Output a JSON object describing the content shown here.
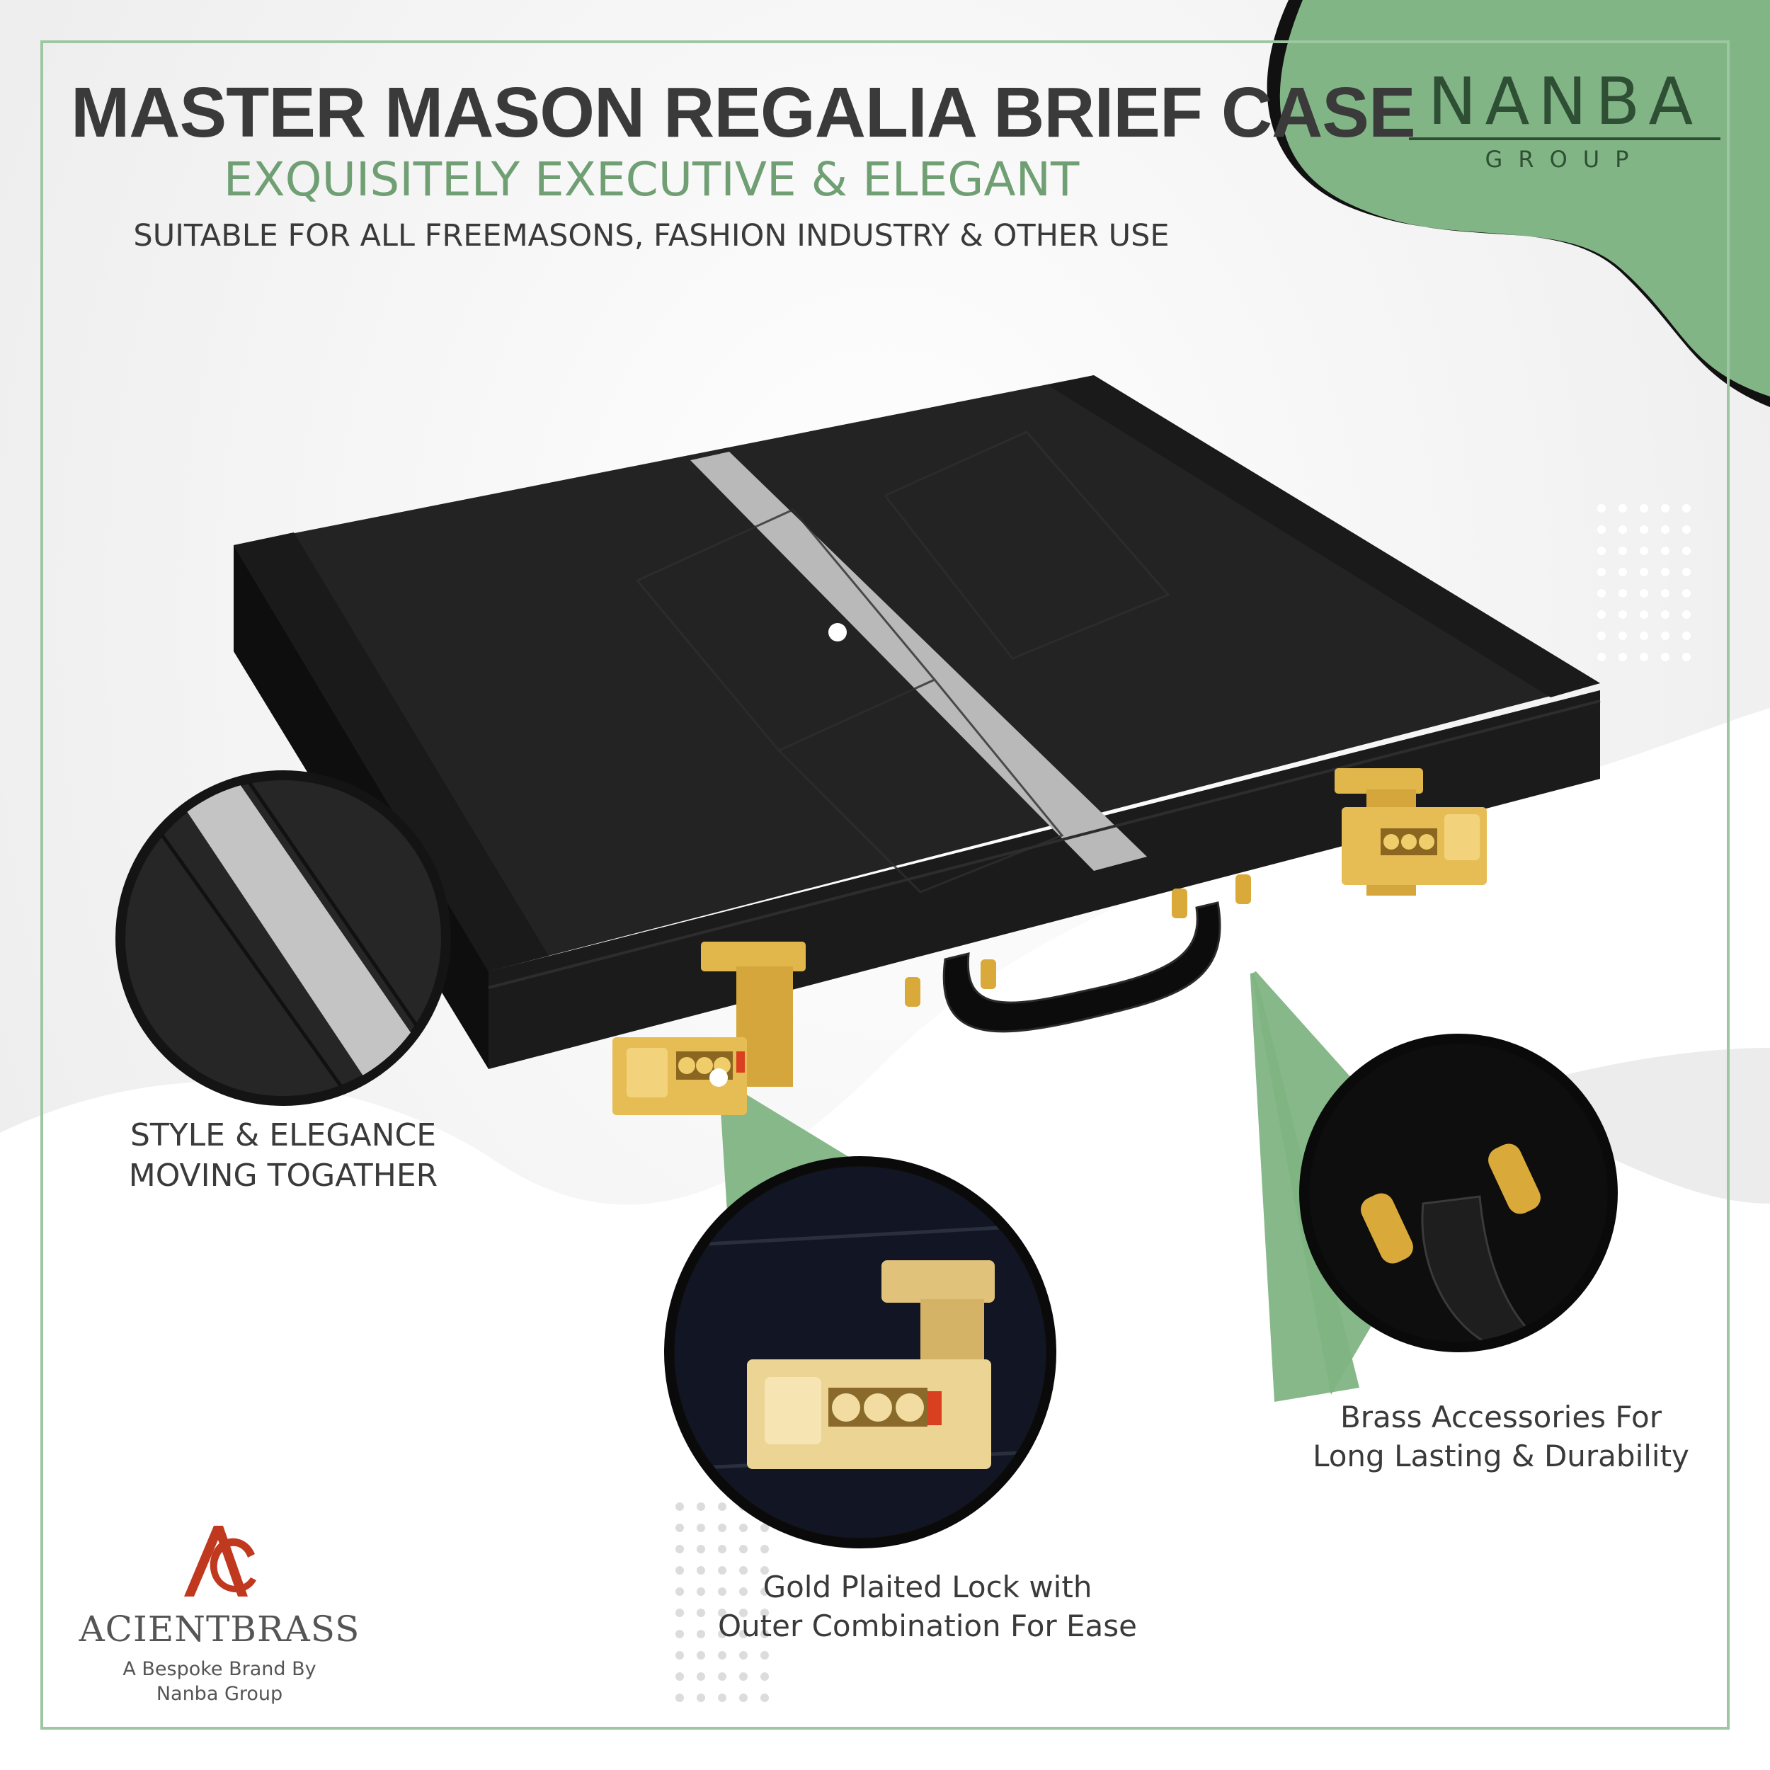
{
  "header": {
    "title": "MASTER MASON REGALIA BRIEF CASE",
    "subtitle": "EXQUISITELY EXECUTIVE & ELEGANT",
    "tagline": "SUITABLE FOR ALL FREEMASONS, FASHION INDUSTRY & OTHER USE"
  },
  "brand": {
    "name": "NANBA",
    "sub": "GROUP"
  },
  "features": {
    "style_line1": "STYLE & ELEGANCE",
    "style_line2": "MOVING TOGATHER",
    "brass_line1": "Brass Accessories For",
    "brass_line2": "Long Lasting & Durability",
    "lock_line1": "Gold Plaited Lock with",
    "lock_line2": "Outer Combination For Ease"
  },
  "sub_brand": {
    "name": "ACIENTBRASS",
    "line1": "A Bespoke Brand By",
    "line2": "Nanba Group"
  },
  "colors": {
    "accent_green": "#7fb483",
    "title_text": "#3a3a3a",
    "subtitle_green": "#6f9f73",
    "case_black": "#1c1c1c",
    "gold": "#d9a93a"
  }
}
